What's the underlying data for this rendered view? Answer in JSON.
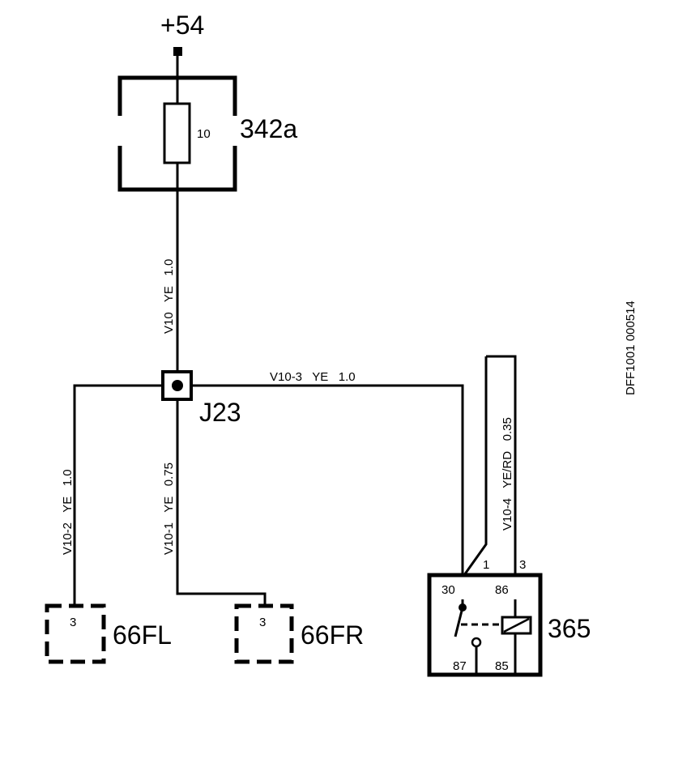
{
  "power": {
    "label": "+54"
  },
  "fuse": {
    "rating": "10",
    "id": "342a"
  },
  "junction": {
    "id": "J23"
  },
  "wires": {
    "main": "V10   YE   1.0",
    "right": "V10-3   YE   1.0",
    "left": "V10-2   YE   1.0",
    "center": "V10-1   YE   0.75",
    "relay_feed": "V10-4   YE/RD   0.35"
  },
  "connectors": {
    "fl": {
      "pin": "3",
      "id": "66FL"
    },
    "fr": {
      "pin": "3",
      "id": "66FR"
    }
  },
  "relay": {
    "id": "365",
    "pin_30": "30",
    "pin_86": "86",
    "pin_87": "87",
    "pin_85": "85",
    "term_1": "1",
    "term_3": "3"
  },
  "doc_code": "DFF1001 000514"
}
